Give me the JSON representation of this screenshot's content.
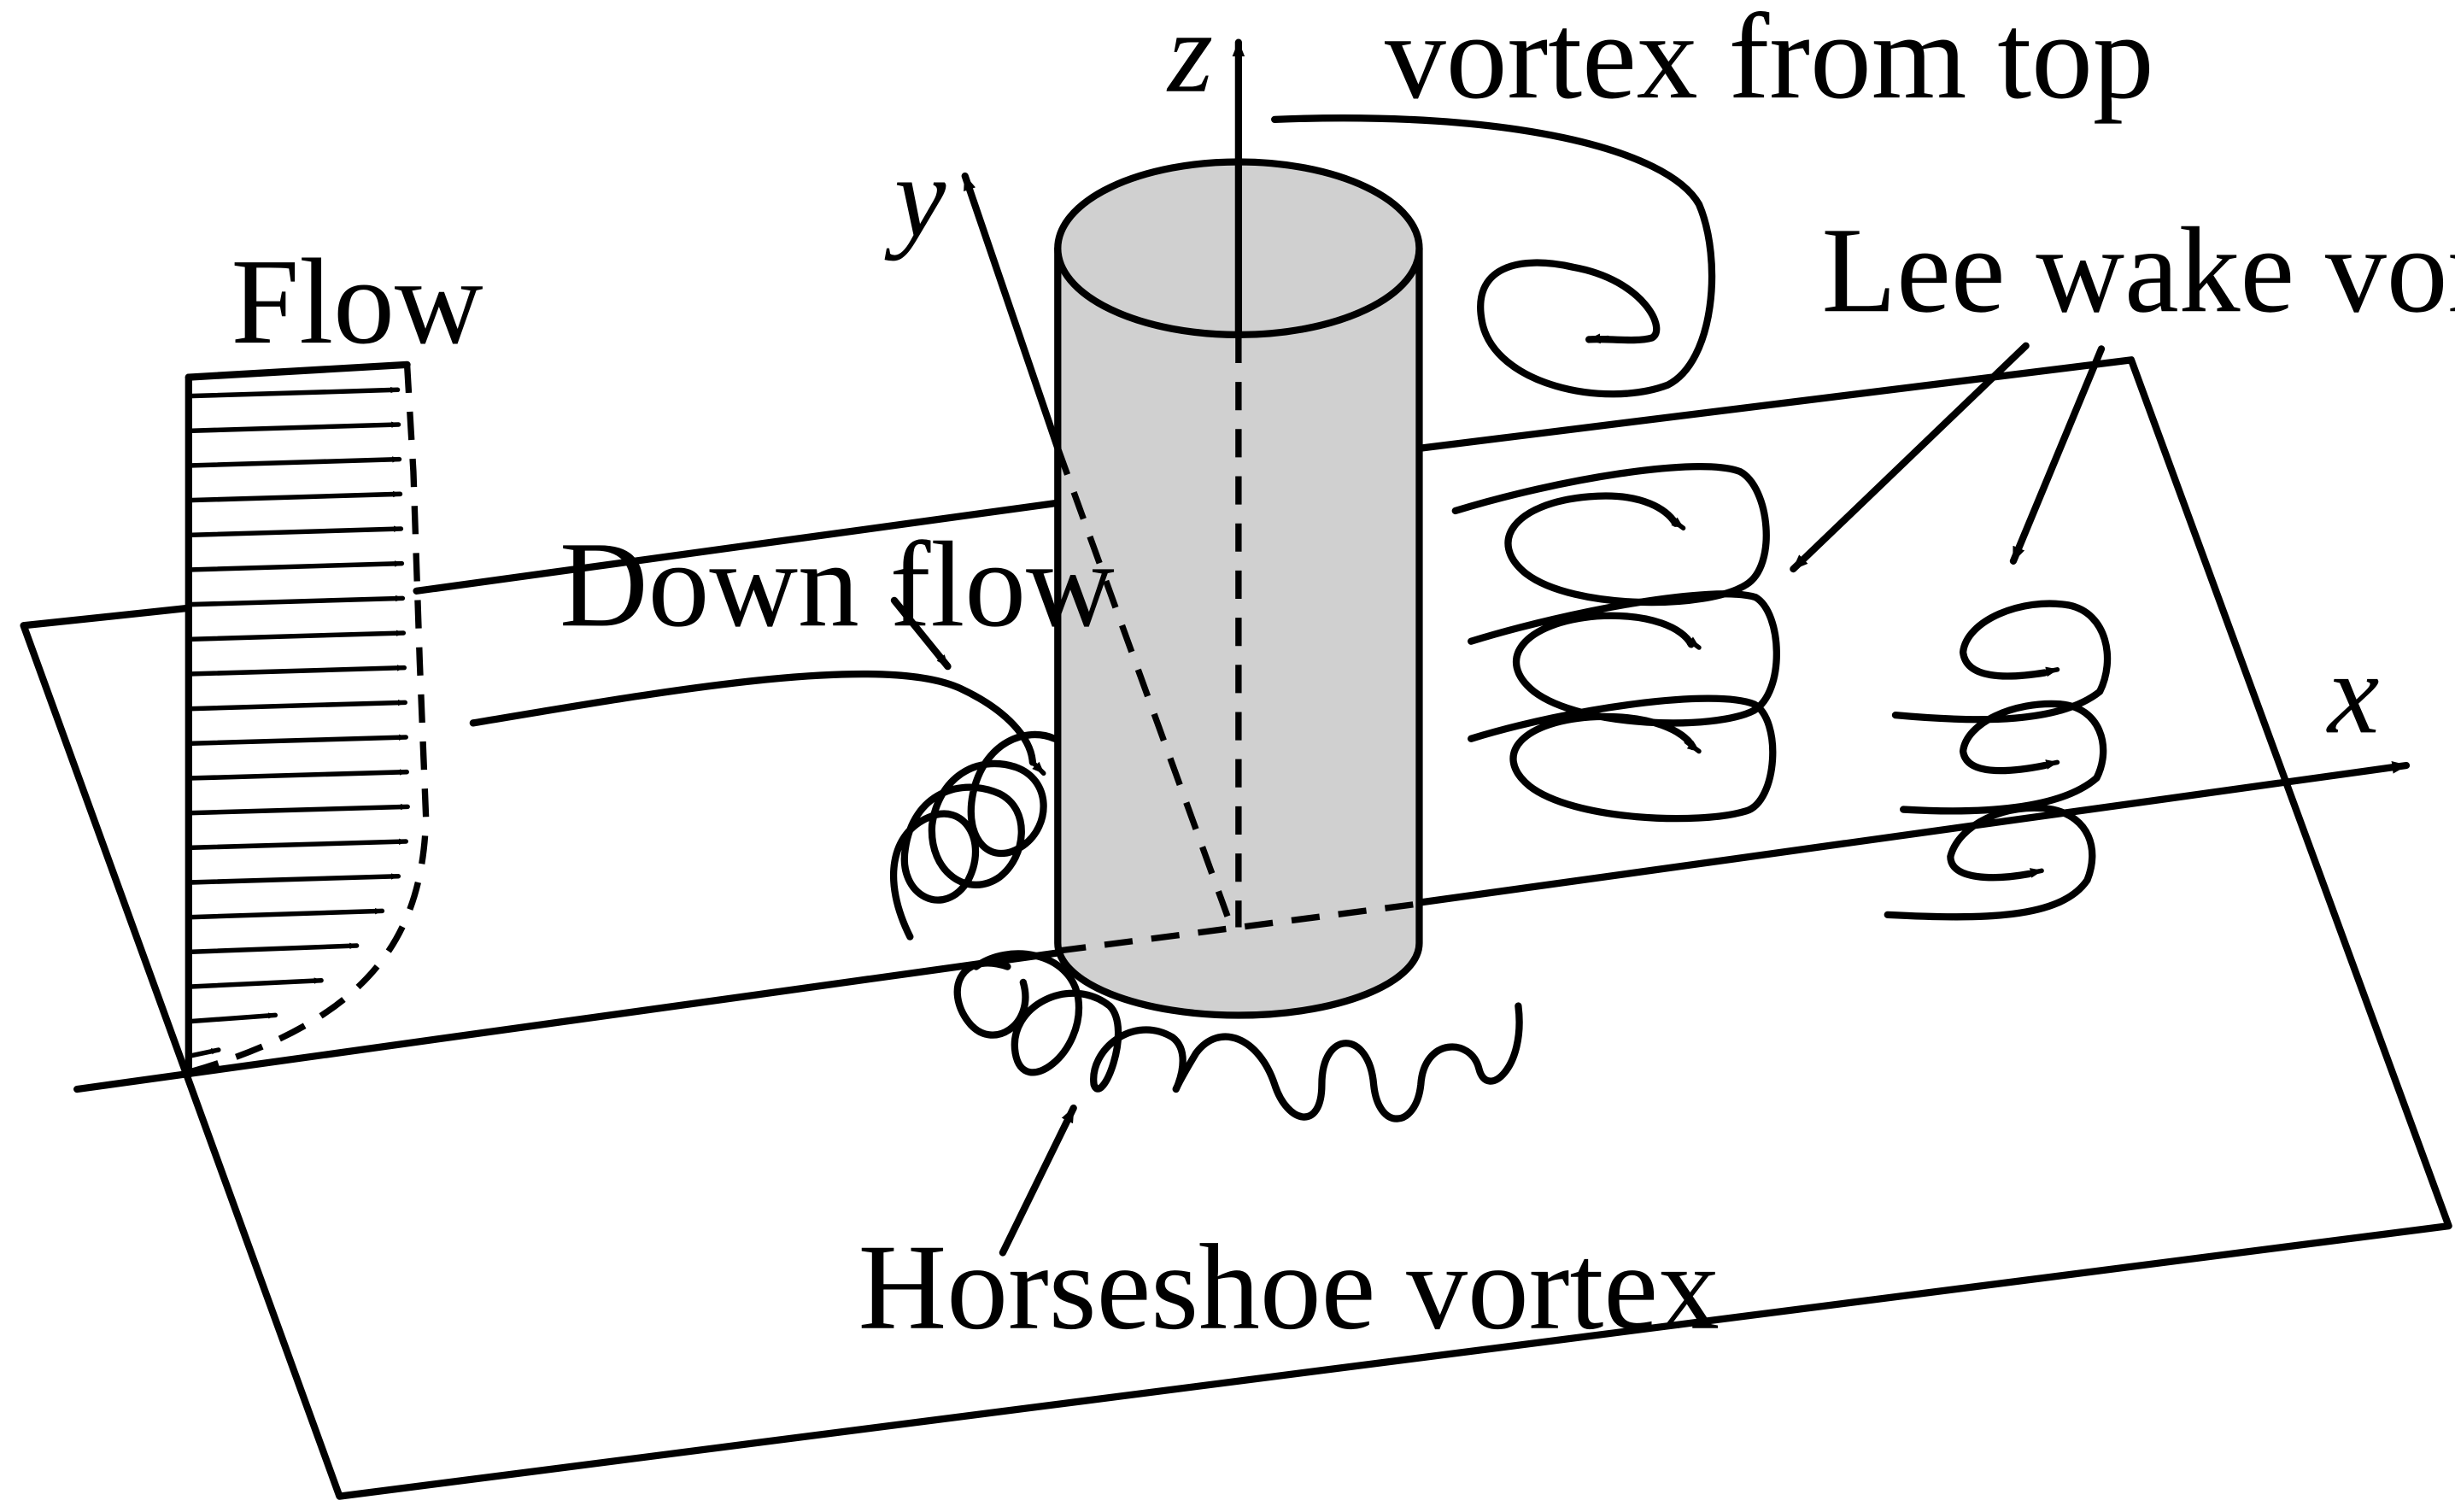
{
  "labels": {
    "flow": "Flow",
    "vortex_top": "vortex from top",
    "lee_wake": "Lee wake vortices",
    "down_flow": "Down flow",
    "horseshoe": "Horseshoe vortex"
  },
  "axes": {
    "x": "x",
    "y": "y",
    "z": "z"
  },
  "colors": {
    "cylinder_fill": "#d0d0d0",
    "ink": "#000000"
  }
}
